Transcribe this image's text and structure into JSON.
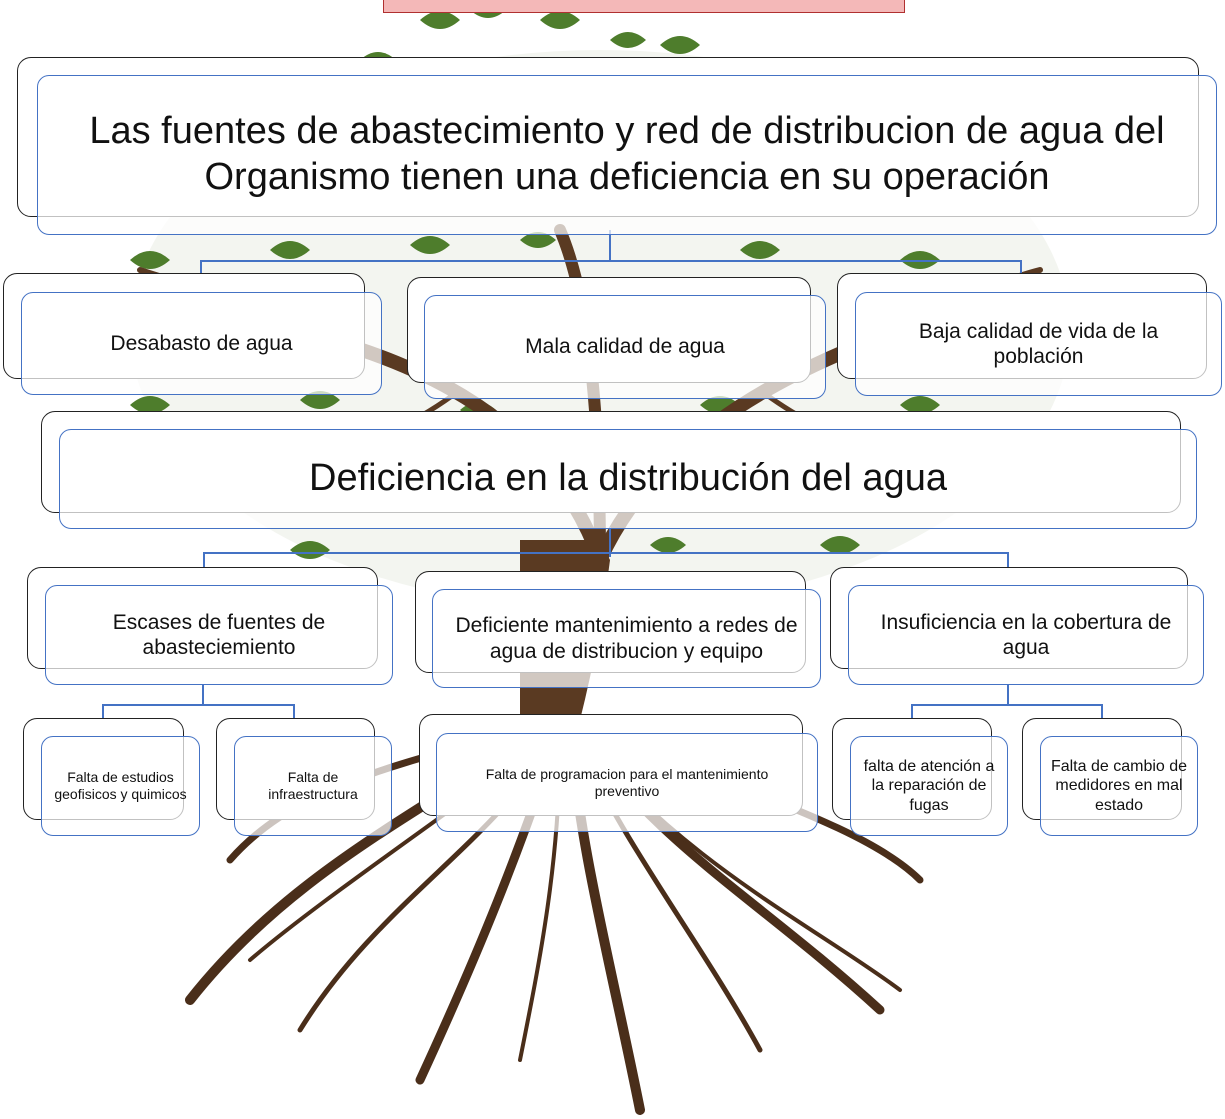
{
  "problem": "Las fuentes de abastecimiento y red de distribucion de agua del Organismo tienen una deficiencia en su operación",
  "effects": [
    "Desabasto de agua",
    "Mala calidad de agua",
    "Baja calidad de vida de la población"
  ],
  "core_problem": "Deficiencia en la  distribución del agua",
  "causes": [
    {
      "label": "Escases de fuentes de abasteciemiento",
      "sub_causes": [
        "Falta de estudios geofisicos y quimicos",
        "Falta de infraestructura"
      ]
    },
    {
      "label": "Deficiente mantenimiento a redes de agua de distribucion y equipo",
      "sub_causes": [
        "Falta de programacion para el mantenimiento preventivo"
      ]
    },
    {
      "label": "Insuficiencia en la cobertura de agua",
      "sub_causes": [
        "falta de atención a la reparación de fugas",
        "Falta de cambio de medidores en mal estado"
      ]
    }
  ],
  "colors": {
    "box_border": "#4472c4",
    "shadow_border": "#222222",
    "trunk": "#5a3a22",
    "leaves": "#4a7a2a",
    "top_strip": "#f4b8b8"
  }
}
